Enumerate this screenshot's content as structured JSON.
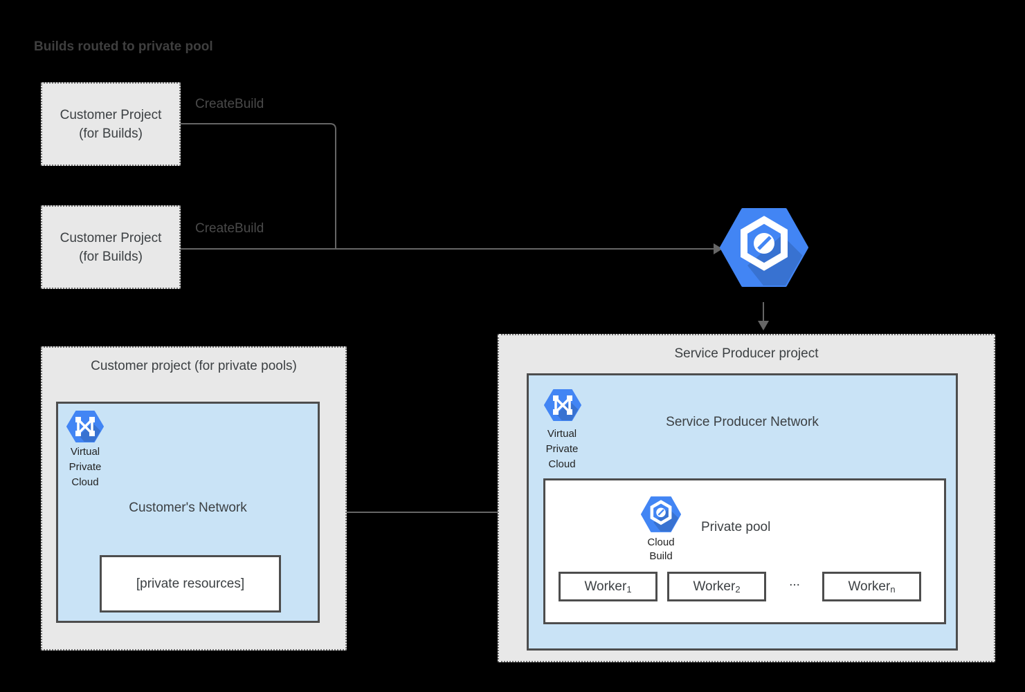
{
  "title": "Builds routed to private pool",
  "colors": {
    "background": "#000000",
    "project_fill": "#e8e8e8",
    "network_fill": "#c9e3f6",
    "inner_box_fill": "#ffffff",
    "solid_border": "#4d4d4d",
    "dotted_border": "#6e6e6e",
    "connector": "#666666",
    "text": "#3c4043",
    "icon_blue": "#4285f4",
    "icon_blue_shadow": "#3367d6"
  },
  "icons": {
    "cloud_build": "blue-hexagon-with-white-build-cube-glyph",
    "virtual_private_cloud": "blue-hexagon-with-white-network-nodes-glyph"
  },
  "build_projects": [
    {
      "label": "Customer Project\n(for Builds)",
      "edge_label": "CreateBuild"
    },
    {
      "label": "Customer Project\n(for Builds)",
      "edge_label": "CreateBuild"
    }
  ],
  "customer_pool_project": {
    "title": "Customer project (for private pools)",
    "network": {
      "vpc_icon_label": "Virtual\nPrivate\nCloud",
      "title": "Customer's Network",
      "private_resources_label": "[private resources]"
    }
  },
  "service_producer_project": {
    "title": "Service Producer project",
    "network": {
      "vpc_icon_label": "Virtual\nPrivate\nCloud",
      "title": "Service Producer Network",
      "private_pool": {
        "title": "Private pool",
        "cloud_build_icon_label": "Cloud\nBuild",
        "workers": [
          {
            "base": "Worker",
            "sub": "1"
          },
          {
            "base": "Worker",
            "sub": "2"
          },
          {
            "base": "Worker",
            "sub": "n"
          }
        ],
        "ellipsis": "..."
      }
    }
  }
}
